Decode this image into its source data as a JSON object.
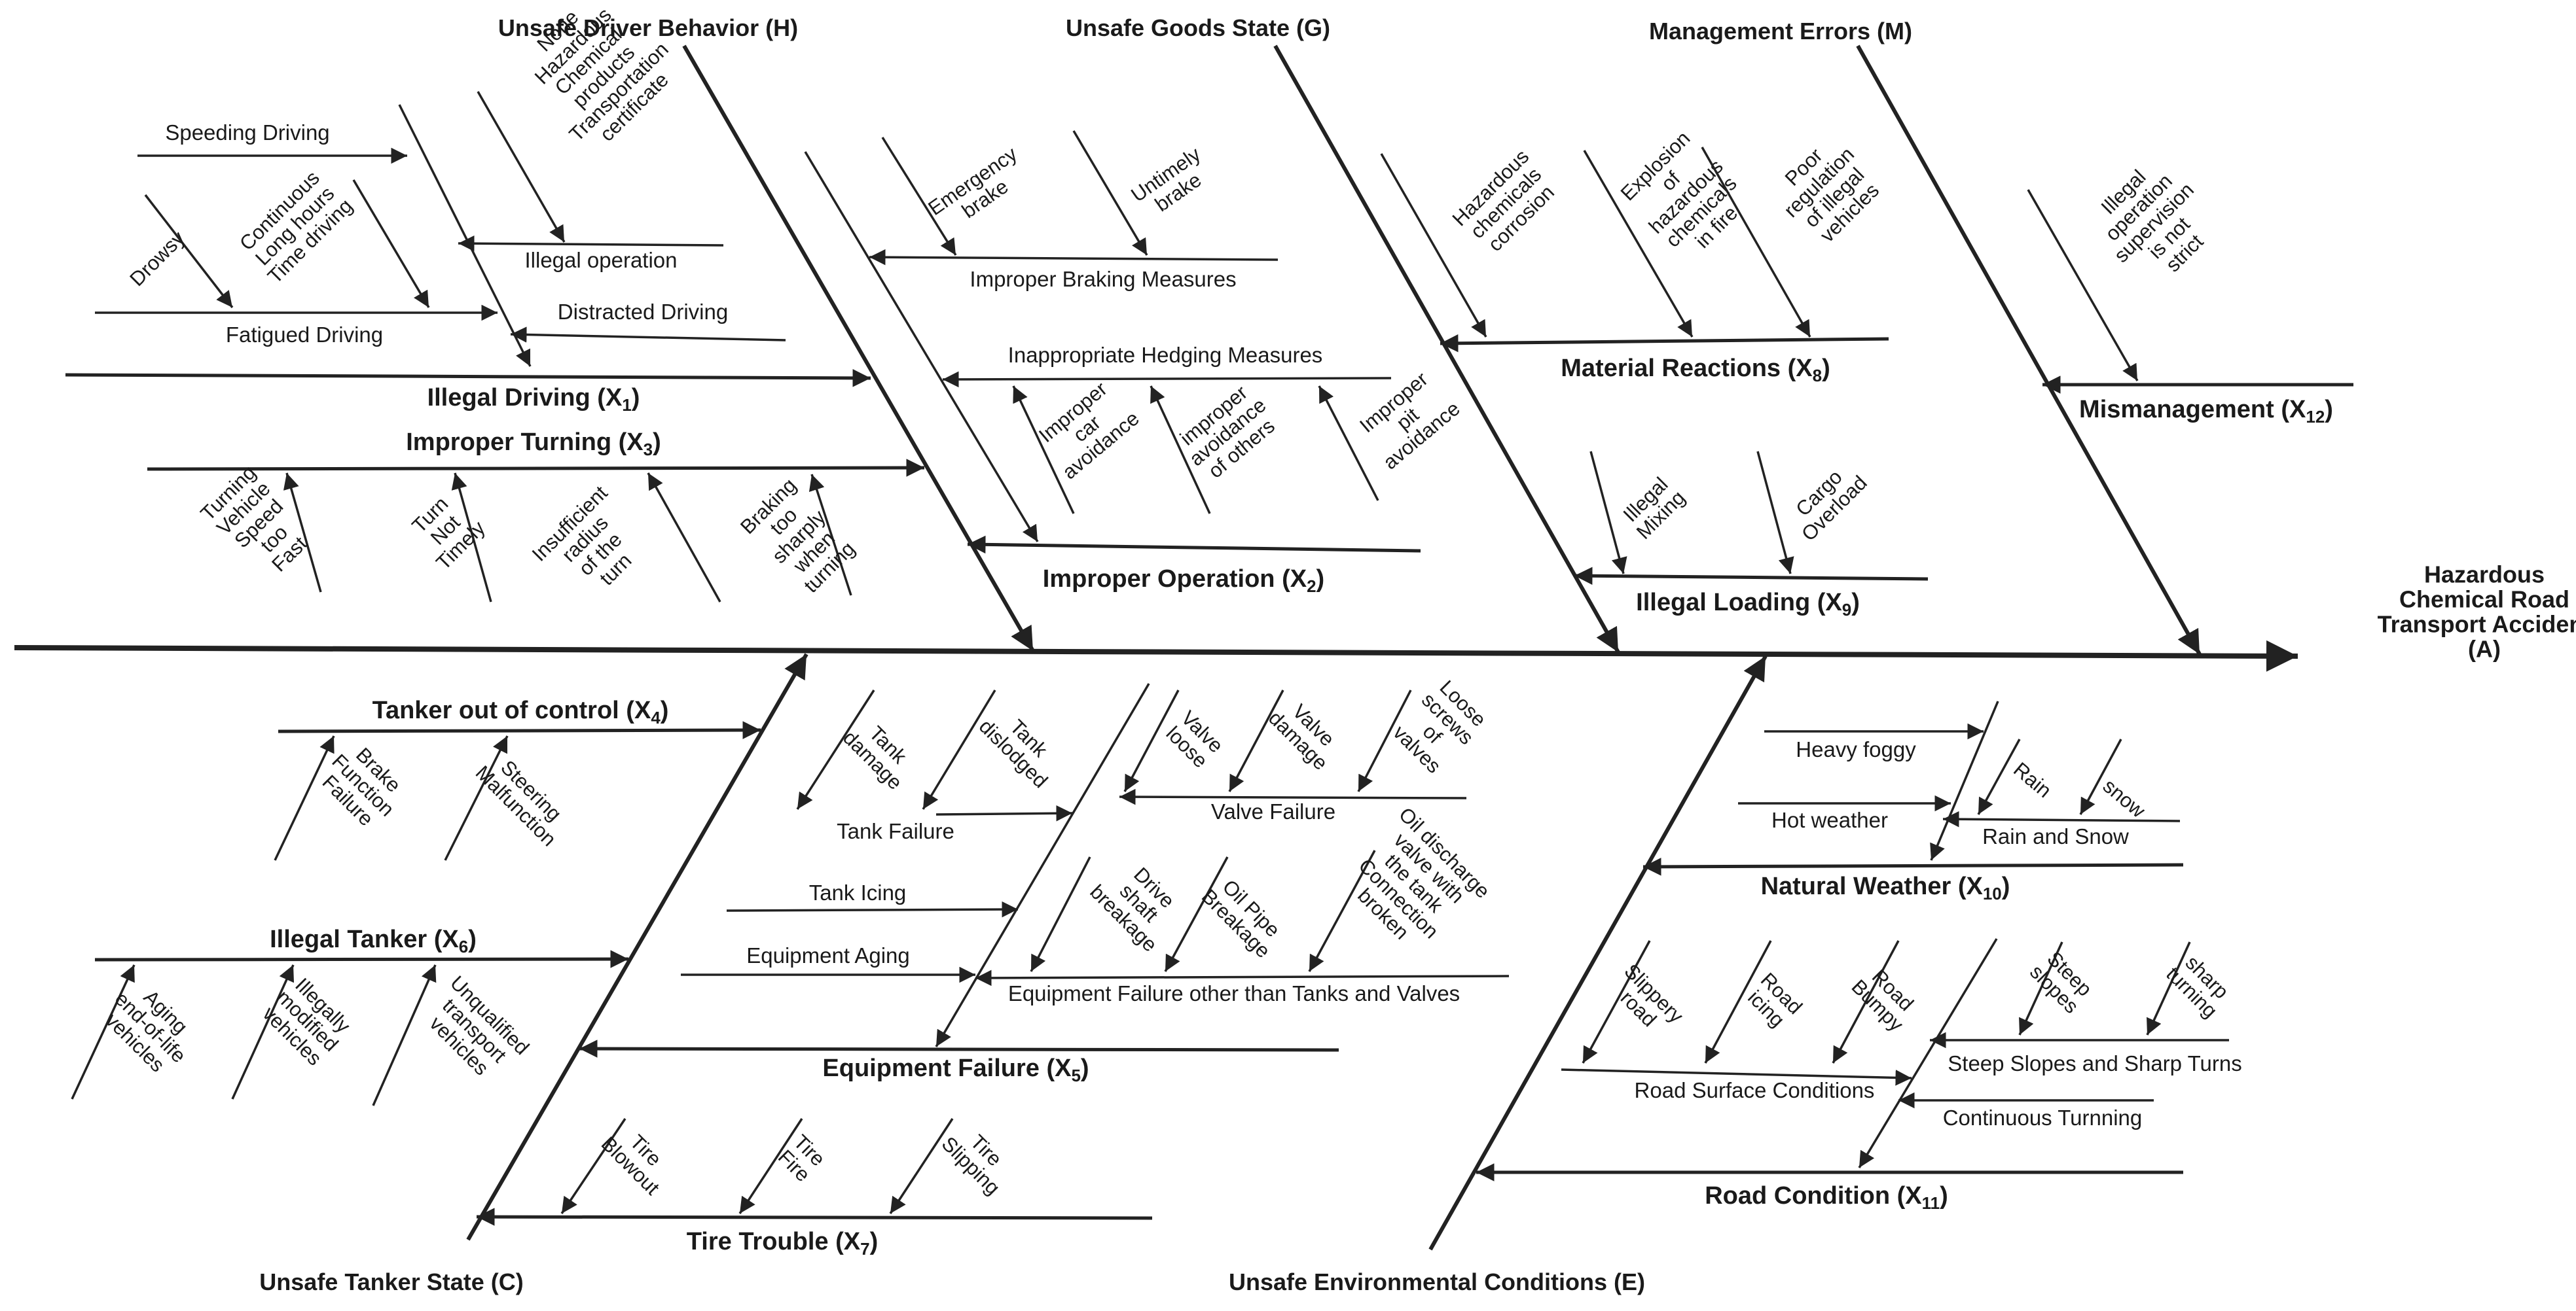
{
  "effect": [
    "Hazardous",
    "Chemical Road",
    "Transport Accident",
    "(A)"
  ],
  "categories": {
    "driver": "Unsafe Driver Behavior (H)",
    "goods": "Unsafe Goods State (G)",
    "management": "Management Errors (M)",
    "tanker": "Unsafe Tanker State (C)",
    "environment": "Unsafe Environmental Conditions (E)"
  },
  "factors": {
    "x1": {
      "label": "Illegal Driving (X",
      "sub": "1",
      "end": ")"
    },
    "x2": {
      "label": "Improper Operation (X",
      "sub": "2",
      "end": ")"
    },
    "x3": {
      "label": "Improper Turning (X",
      "sub": "3",
      "end": ")"
    },
    "x4": {
      "label": "Tanker out of control (X",
      "sub": "4",
      "end": ")"
    },
    "x5": {
      "label": "Equipment Failure (X",
      "sub": "5",
      "end": ")"
    },
    "x6": {
      "label": "Illegal Tanker (X",
      "sub": "6",
      "end": ")"
    },
    "x7": {
      "label": "Tire Trouble (X",
      "sub": "7",
      "end": ")"
    },
    "x8": {
      "label": "Material Reactions (X",
      "sub": "8",
      "end": ")"
    },
    "x9": {
      "label": "Illegal Loading (X",
      "sub": "9",
      "end": ")"
    },
    "x10": {
      "label": "Natural Weather (X",
      "sub": "10",
      "end": ")"
    },
    "x11": {
      "label": "Road Condition (X",
      "sub": "11",
      "end": ")"
    },
    "x12": {
      "label": "Mismanagement (X",
      "sub": "12",
      "end": ")"
    }
  },
  "labels": {
    "speeding": "Speeding Driving",
    "illegal_operation": "Illegal operation",
    "distracted": "Distracted Driving",
    "fatigued": "Fatigued Driving",
    "braking_measures": "Improper Braking Measures",
    "hedging_measures": "Inappropriate Hedging Measures",
    "tank_failure": "Tank Failure",
    "valve_failure": "Valve Failure",
    "tank_icing": "Tank Icing",
    "equipment_aging": "Equipment Aging",
    "equipment_other": "Equipment Failure other than Tanks and Valves",
    "heavy_foggy": "Heavy foggy",
    "hot_weather": "Hot weather",
    "rain_and_snow": "Rain and Snow",
    "road_surface": "Road Surface Conditions",
    "steep_sharp": "Steep Slopes and Sharp Turns",
    "continuous_turning": "Continuous Turnning"
  },
  "causes": {
    "no_certificate": [
      "None",
      "Hazardous",
      "Chemical",
      "products",
      "Transportation",
      "certificate"
    ],
    "drowsy": [
      "Drowsy"
    ],
    "continuous_hours": [
      "Continuous",
      "Long hours",
      "Time driving"
    ],
    "turn_speed": [
      "Turning",
      "Vehicle",
      "Speed",
      "too",
      "Fast"
    ],
    "turn_not_timely": [
      "Turn",
      "Not",
      "Timely"
    ],
    "insufficient_radius": [
      "Insufficient",
      "radius",
      "of the",
      "turn"
    ],
    "braking_sharply": [
      "Braking",
      "too",
      "sharply",
      "when",
      "turning"
    ],
    "emergency_brake": [
      "Emergency",
      "brake"
    ],
    "untimely_brake": [
      "Untimely",
      "brake"
    ],
    "car_avoidance": [
      "Improper",
      "car",
      "avoidance"
    ],
    "others_avoidance": [
      "improper",
      "avoidance",
      "of others"
    ],
    "pit_avoidance": [
      "Improper",
      "pit",
      "avoidance"
    ],
    "corrosion": [
      "Hazardous",
      "chemicals",
      "corrosion"
    ],
    "explosion": [
      "Explosion",
      "of",
      "hazardous",
      "chemicals",
      "in fire"
    ],
    "poor_regulation": [
      "Poor",
      "regulation",
      "of illegal",
      "vehicles"
    ],
    "supervision": [
      "Illegal",
      "operation",
      "supervision",
      "is not",
      "strict"
    ],
    "illegal_mixing": [
      "Illegal",
      "Mixing"
    ],
    "cargo_overload": [
      "Cargo",
      "Overload"
    ],
    "brake_function": [
      "Brake",
      "Function",
      "Failure"
    ],
    "steering": [
      "Steering",
      "Malfunction"
    ],
    "aging_vehicles": [
      "Aging",
      "end-of-life",
      "vehicles"
    ],
    "modified_vehicles": [
      "Illegally",
      "modified",
      "vehicles"
    ],
    "unqualified_vehicles": [
      "Unqualified",
      "transport",
      "vehicles"
    ],
    "tank_damage": [
      "Tank",
      "damage"
    ],
    "tank_dislodged": [
      "Tank",
      "dislodged"
    ],
    "valve_loose": [
      "Valve",
      "loose"
    ],
    "valve_damage": [
      "Valve",
      "damage"
    ],
    "loose_screws": [
      "Loose",
      "screws",
      "of",
      "valves"
    ],
    "drive_shaft": [
      "Drive",
      "shaft",
      "breakage"
    ],
    "oil_pipe": [
      "Oil Pipe",
      "Breakage"
    ],
    "oil_discharge": [
      "Oil discharge",
      "valve with",
      "the tank",
      "Connection",
      "broken"
    ],
    "tire_blowout": [
      "Tire",
      "Blowout"
    ],
    "tire_fire": [
      "Tire",
      "Fire"
    ],
    "tire_slipping": [
      "Tire",
      "Slipping"
    ],
    "rain": [
      "Rain"
    ],
    "snow": [
      "snow"
    ],
    "slippery_road": [
      "Slippery",
      "road"
    ],
    "road_icing": [
      "Road",
      "icing"
    ],
    "road_bumpy": [
      "Road",
      "Bumpy"
    ],
    "steep_slopes": [
      "Steep",
      "slopes"
    ],
    "sharp_turning": [
      "sharp",
      "turning"
    ]
  }
}
